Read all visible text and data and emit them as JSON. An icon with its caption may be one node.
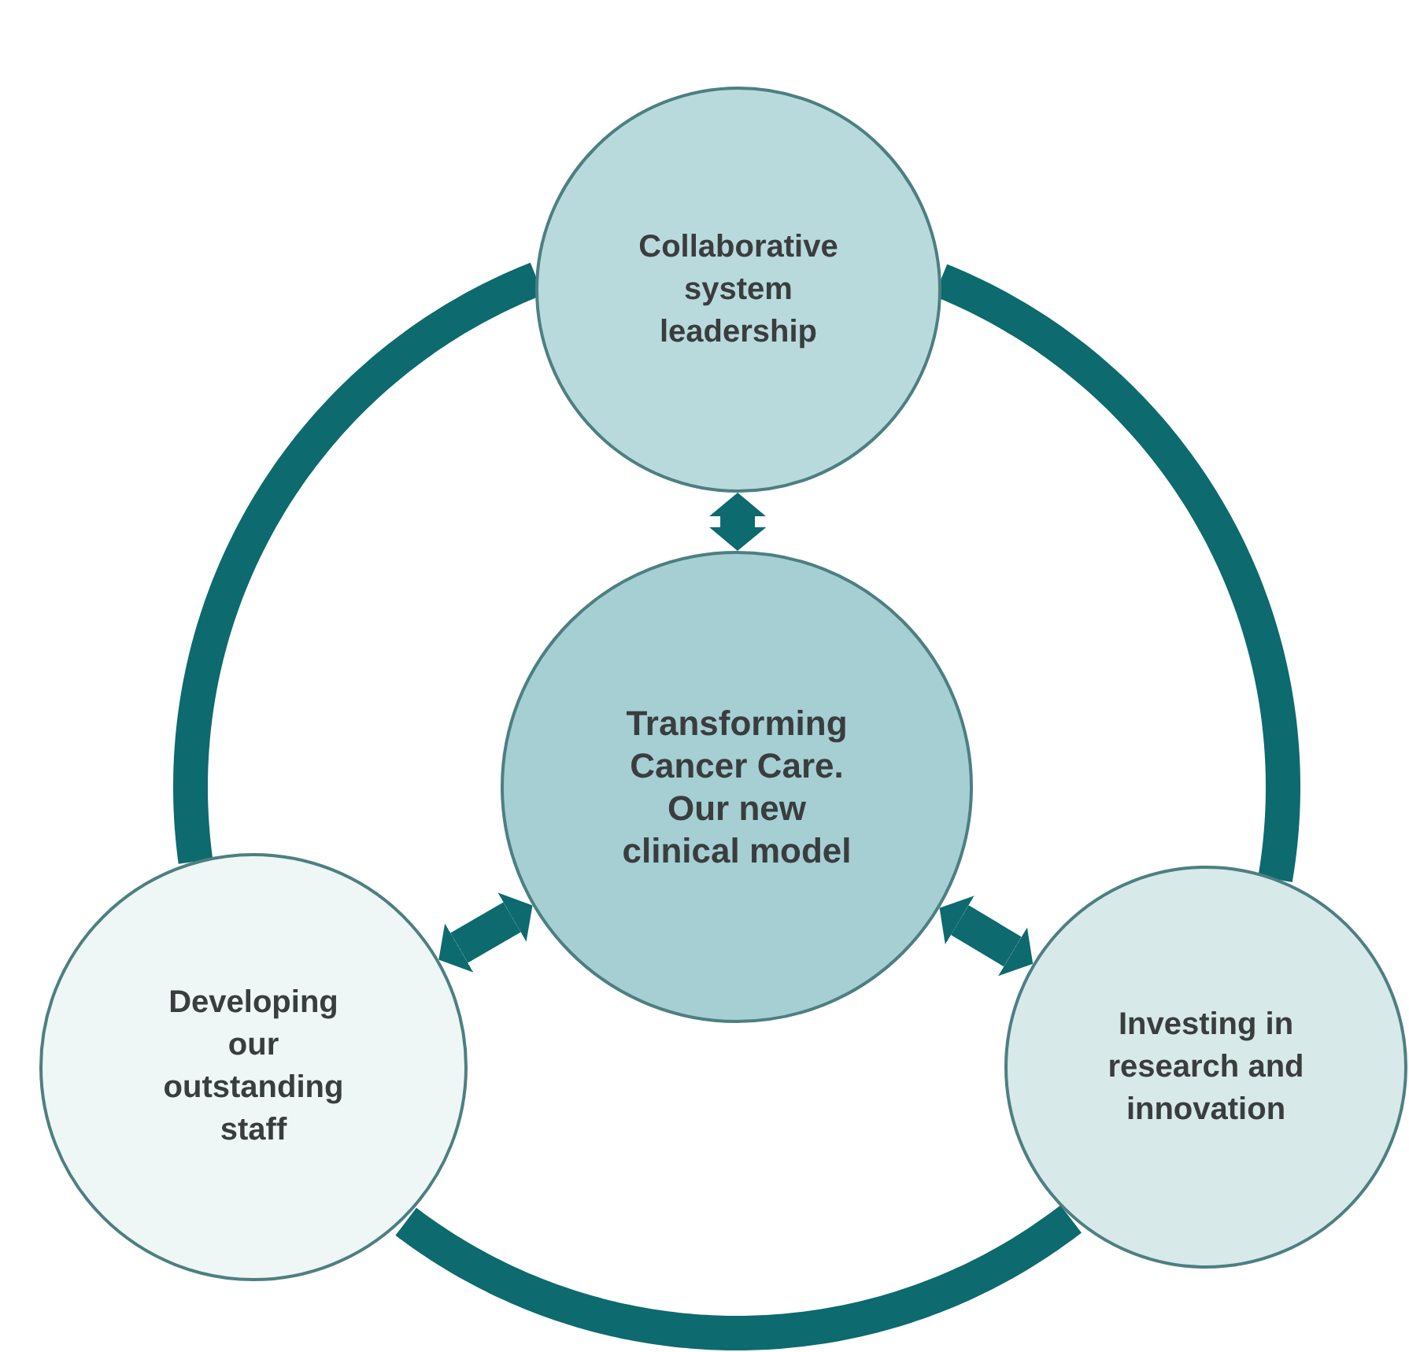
{
  "diagram": {
    "nodes": [
      {
        "text": [
          "Collaborative system leadership"
        ]
      },
      {
        "text": [
          "Transforming Cancer Care. Our new clinical model"
        ]
      },
      {
        "text": [
          "Developing our outstanding staff"
        ]
      },
      {
        "text": [
          "Investing in research and innovation"
        ]
      }
    ],
    "edges": [
      {
        "from": 1,
        "to": 0,
        "arrow": "both"
      },
      {
        "from": 1,
        "to": 2,
        "arrow": "both"
      },
      {
        "from": 1,
        "to": 3,
        "arrow": "both"
      },
      {
        "from": 0,
        "to": 2,
        "arrow": "none"
      },
      {
        "from": 2,
        "to": 3,
        "arrow": "none"
      },
      {
        "from": 3,
        "to": 0,
        "arrow": "none"
      }
    ]
  }
}
